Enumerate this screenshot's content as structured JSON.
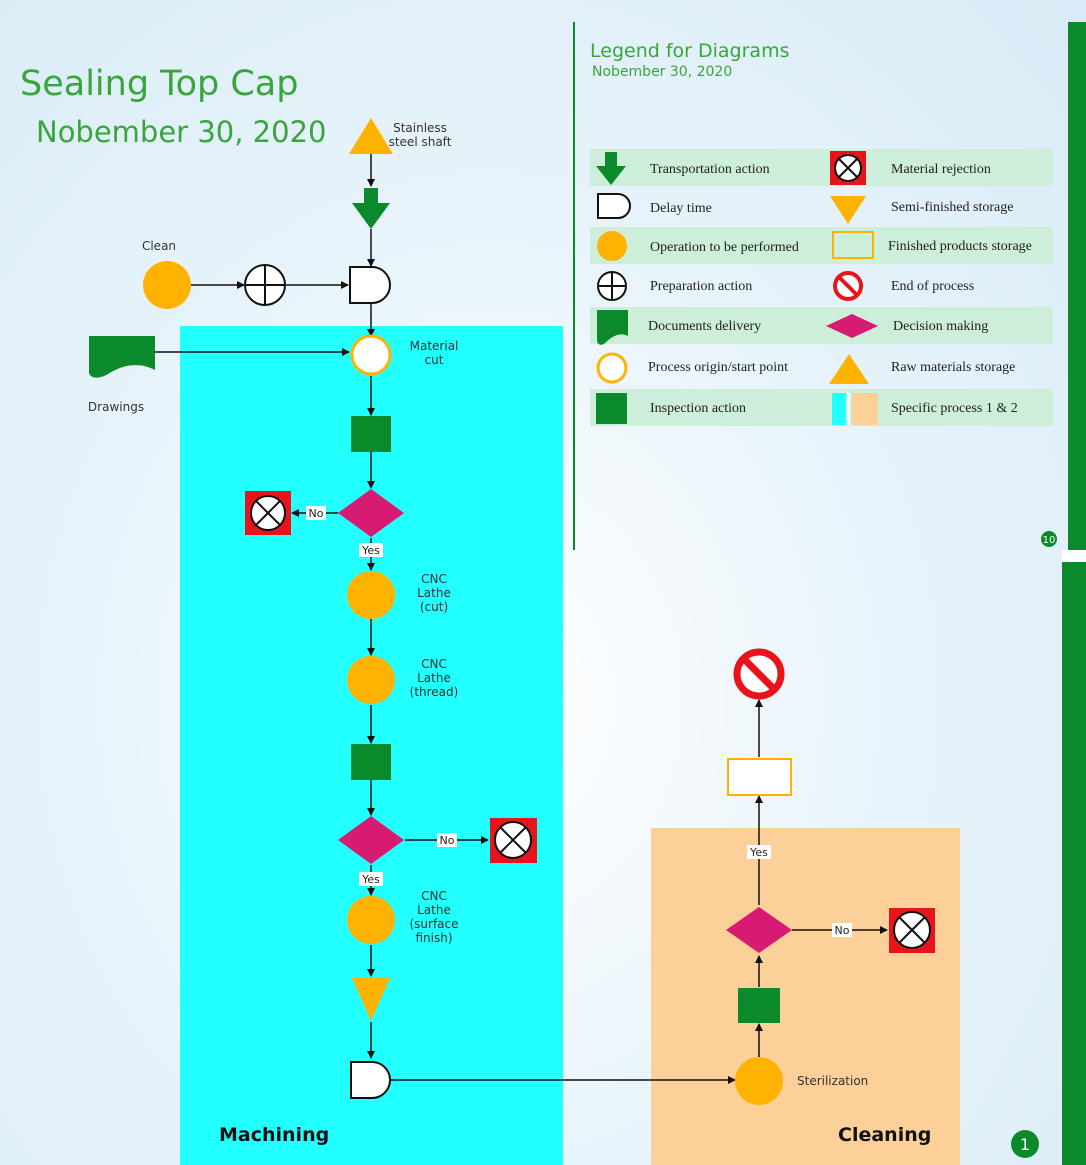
{
  "title": "Sealing Top Cap",
  "date": "Nobember 30, 2020",
  "legend": {
    "title": "Legend for Diagrams",
    "date": "Nobember 30, 2020",
    "left": [
      {
        "icon": "arrow-down-icon",
        "label": "Transportation action"
      },
      {
        "icon": "delay-icon",
        "label": "Delay time"
      },
      {
        "icon": "operation-circle-icon",
        "label": "Operation to be performed"
      },
      {
        "icon": "preparation-icon",
        "label": "Preparation action"
      },
      {
        "icon": "document-icon",
        "label": "Documents delivery"
      },
      {
        "icon": "start-circle-icon",
        "label": "Process origin/start point"
      },
      {
        "icon": "inspection-square-icon",
        "label": "Inspection action"
      }
    ],
    "right": [
      {
        "icon": "rejection-icon",
        "label": "Material rejection"
      },
      {
        "icon": "triangle-down-icon",
        "label": "Semi-finished storage"
      },
      {
        "icon": "finished-box-icon",
        "label": "Finished products storage"
      },
      {
        "icon": "end-process-icon",
        "label": "End of process"
      },
      {
        "icon": "diamond-icon",
        "label": "Decision making"
      },
      {
        "icon": "triangle-up-icon",
        "label": "Raw materials storage"
      },
      {
        "icon": "process-areas-icon",
        "label": "Specific process 1 & 2"
      }
    ],
    "page_badge": "10"
  },
  "nodes": {
    "shaft": "Stainless\nsteel shaft",
    "clean": "Clean",
    "drawings": "Drawings",
    "material_cut": "Material\ncut",
    "cnc_cut": "CNC\nLathe\n(cut)",
    "cnc_thread": "CNC\nLathe\n(thread)",
    "cnc_surface": "CNC\nLathe\n(surface\nfinish)",
    "sterilization": "Sterilization"
  },
  "edge_labels": {
    "yes": "Yes",
    "no": "No"
  },
  "areas": {
    "machining": "Machining",
    "cleaning": "Cleaning"
  },
  "page_badge": "1",
  "colors": {
    "green": "#0a8a2a",
    "orange": "#ffb300",
    "magenta": "#d81b72",
    "red": "#e8141c",
    "cyan": "#22ffff",
    "peach": "#fdd09a",
    "legend_row": "#cdeed9",
    "title_green": "#3aa53a"
  }
}
